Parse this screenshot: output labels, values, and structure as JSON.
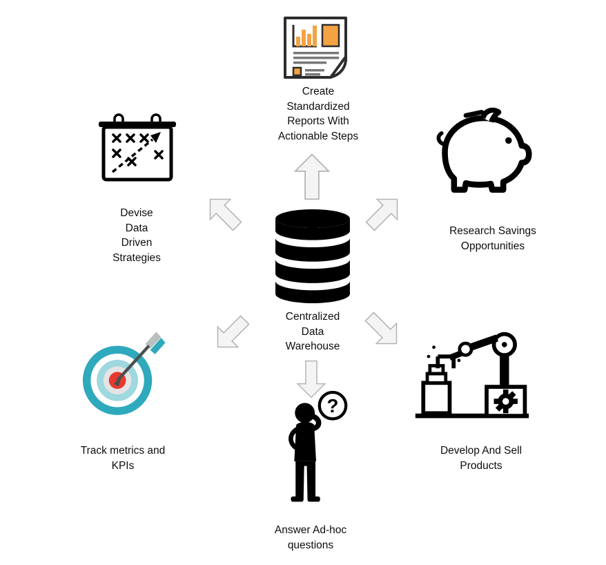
{
  "diagram": {
    "background": "#ffffff",
    "center": {
      "icon": "database-icon",
      "label": "Centralized\nData\nWarehouse"
    },
    "nodes": [
      {
        "id": "reports",
        "position": "top",
        "icon": "report-icon",
        "label": "Create\nStandardized\nReports With\nActionable Steps"
      },
      {
        "id": "strategies",
        "position": "upper-left",
        "icon": "strategy-board-icon",
        "label": "Devise\nData\nDriven\nStrategies"
      },
      {
        "id": "savings",
        "position": "upper-right",
        "icon": "piggy-bank-icon",
        "label": "Research Savings\nOpportunities"
      },
      {
        "id": "metrics",
        "position": "lower-left",
        "icon": "target-icon",
        "label": "Track metrics and\nKPIs"
      },
      {
        "id": "products",
        "position": "lower-right",
        "icon": "robot-arm-icon",
        "label": "Develop And Sell\nProducts"
      },
      {
        "id": "adhoc",
        "position": "bottom",
        "icon": "thinking-person-icon",
        "label": "Answer Ad-hoc\nquestions"
      }
    ],
    "arrows": [
      "up",
      "upper-left",
      "upper-right",
      "lower-left",
      "lower-right",
      "down"
    ],
    "colors": {
      "arrow_fill": "#f4f4f4",
      "arrow_stroke": "#b3b3b3",
      "accent_orange": "#F5A243",
      "target_teal": "#2FA9BC",
      "target_light_teal": "#9FD8DF",
      "target_red": "#E8392F",
      "icon_black": "#000000"
    }
  }
}
